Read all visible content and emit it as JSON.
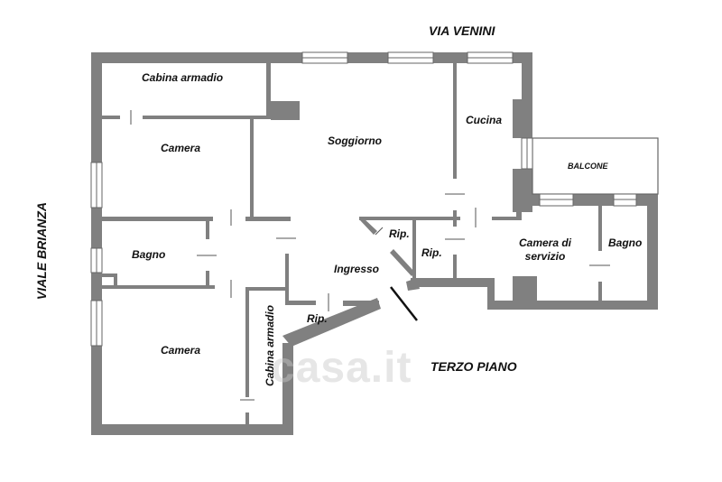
{
  "streets": {
    "top": "VIA VENINI",
    "left": "VIALE BRIANZA"
  },
  "floor_label": "TERZO PIANO",
  "watermark": "casa.it",
  "rooms": {
    "cabina_armadio_1": "Cabina armadio",
    "camera_1": "Camera",
    "soggiorno": "Soggiorno",
    "cucina": "Cucina",
    "balcone": "BALCONE",
    "bagno_1": "Bagno",
    "ingresso": "Ingresso",
    "rip_1": "Rip.",
    "rip_2": "Rip.",
    "rip_3": "Rip.",
    "camera_servizio": "Camera di servizio",
    "bagno_2": "Bagno",
    "camera_2": "Camera",
    "cabina_armadio_2": "Cabina armadio"
  },
  "colors": {
    "wall": "#808080",
    "window": "#ffffff",
    "text": "#111111"
  }
}
